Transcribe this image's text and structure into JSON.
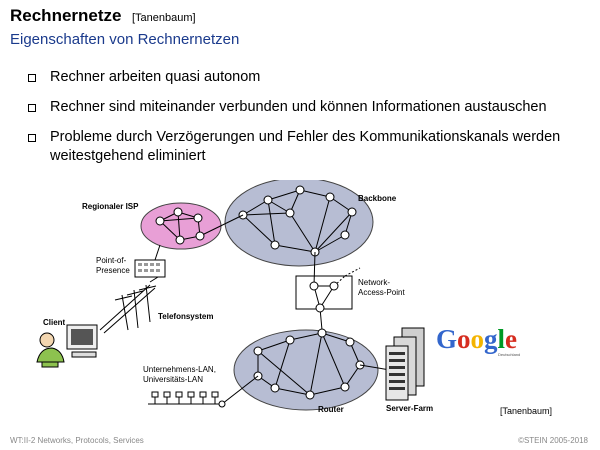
{
  "header": {
    "title": "Rechnernetze",
    "title_ref": "[Tanenbaum]",
    "subtitle": "Eigenschaften von Rechnernetzen"
  },
  "bullets": [
    {
      "text": "Rechner arbeiten quasi autonom"
    },
    {
      "text": "Rechner sind miteinander verbunden und können Informationen austauschen"
    },
    {
      "text": "Probleme durch Verzögerungen und Fehler des Kommunikationskanals werden weitestgehend eliminiert"
    }
  ],
  "diagram": {
    "regional_isp": "Regionaler ISP",
    "backbone": "Backbone",
    "pop_line1": "Point-of-",
    "pop_line2": "Presence",
    "network_access_line1": "Network-",
    "network_access_line2": "Access-Point",
    "telefonsystem": "Telefonsystem",
    "client": "Client",
    "lan_line1": "Unternehmens-LAN,",
    "lan_line2": "Universitäts-LAN",
    "router": "Router",
    "server_farm": "Server-Farm",
    "google": "Google",
    "google_sub": "Deutschland",
    "citation": "[Tanenbaum]"
  },
  "footer": {
    "left": "WT:II-2     Networks, Protocols, Services",
    "right": "©STEIN 2005-2018"
  },
  "colors": {
    "subtitle": "#1a3a8c",
    "cloud_gray": "#b7bdd3",
    "isp_pink": "#e89fd6",
    "client_green": "#8dc24f"
  }
}
